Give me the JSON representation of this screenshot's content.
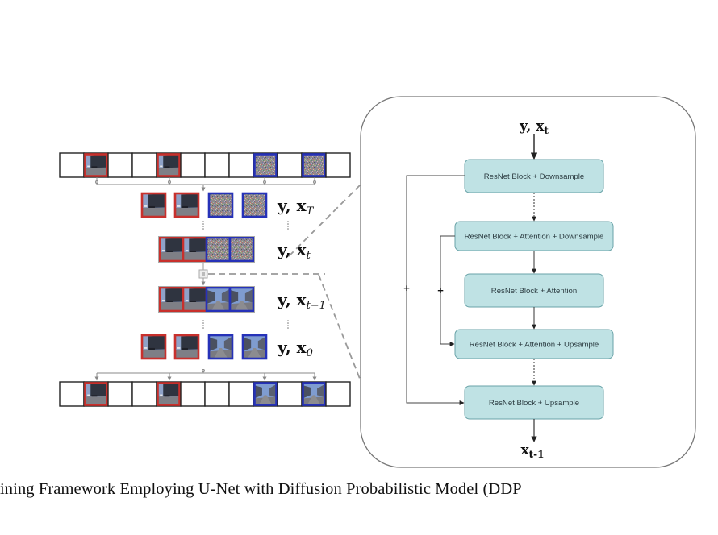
{
  "caption": "ining Framework Employing U-Net with Diffusion Probabilistic Model (DDP",
  "left_panel": {
    "sequence_cells": 12,
    "conditioning_color": "#c8302c",
    "target_color": "#2632b8",
    "rows": [
      {
        "label_main": "y, x",
        "label_sub": "T",
        "tiles": [
          "real",
          "real",
          "noise",
          "noise"
        ],
        "grouped": false
      },
      {
        "label_main": "y, x",
        "label_sub": "t",
        "tiles": [
          "real",
          "real",
          "noise",
          "noise"
        ],
        "grouped": true
      },
      {
        "label_main": "y, x",
        "label_sub": "t−1",
        "tiles": [
          "real",
          "real",
          "denoised",
          "denoised"
        ],
        "grouped": true
      },
      {
        "label_main": "y, x",
        "label_sub": "0",
        "tiles": [
          "real",
          "real",
          "clean",
          "clean"
        ],
        "grouped": false
      }
    ],
    "top_sequence": [
      "empty",
      "cond",
      "empty",
      "empty",
      "cond",
      "empty",
      "empty",
      "empty",
      "noise",
      "empty",
      "noise",
      "empty"
    ],
    "bottom_sequence": [
      "empty",
      "cond",
      "empty",
      "empty",
      "cond",
      "empty",
      "empty",
      "empty",
      "clean",
      "empty",
      "clean",
      "empty"
    ],
    "ellipsis": "⋮",
    "model_icon": "unet-block-icon"
  },
  "unet_panel": {
    "input_label_main": "y, x",
    "input_label_sub": "t",
    "output_label_main": "x",
    "output_label_sub": "t-1",
    "block_fill": "#bfe2e4",
    "block_stroke": "#6aa3a8",
    "blocks": [
      {
        "label": "ResNet Block + Downsample"
      },
      {
        "label": "ResNet Block + Attention + Downsample"
      },
      {
        "label": "ResNet Block + Attention"
      },
      {
        "label": "ResNet Block + Attention + Upsample"
      },
      {
        "label": "ResNet Block + Upsample"
      }
    ],
    "skip_symbols": [
      "+",
      "+"
    ]
  }
}
